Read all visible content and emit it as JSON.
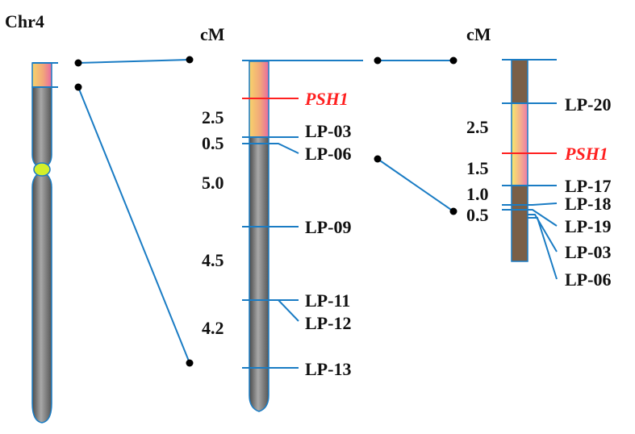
{
  "colors": {
    "line": "#1a7cc4",
    "gene": "#ff2020",
    "dot": "#000000",
    "centromere": "#d4ef2a",
    "chrom_gray": "#7f7f7f",
    "chrom_brown": "#7a5f47"
  },
  "chromosome": {
    "title": "Chr4"
  },
  "map_left": {
    "unit": "cM",
    "distances": [
      "2.5",
      "0.5",
      "5.0",
      "4.5",
      "4.2"
    ],
    "gene": "PSH1",
    "markers": [
      "LP-03",
      "LP-06",
      "LP-09",
      "LP-11",
      "LP-12",
      "LP-13"
    ]
  },
  "map_right": {
    "unit": "cM",
    "distances": [
      "2.5",
      "1.5",
      "1.0",
      "0.5"
    ],
    "gene": "PSH1",
    "markers": [
      "LP-20",
      "LP-17",
      "LP-18",
      "LP-19",
      "LP-03",
      "LP-06"
    ]
  }
}
